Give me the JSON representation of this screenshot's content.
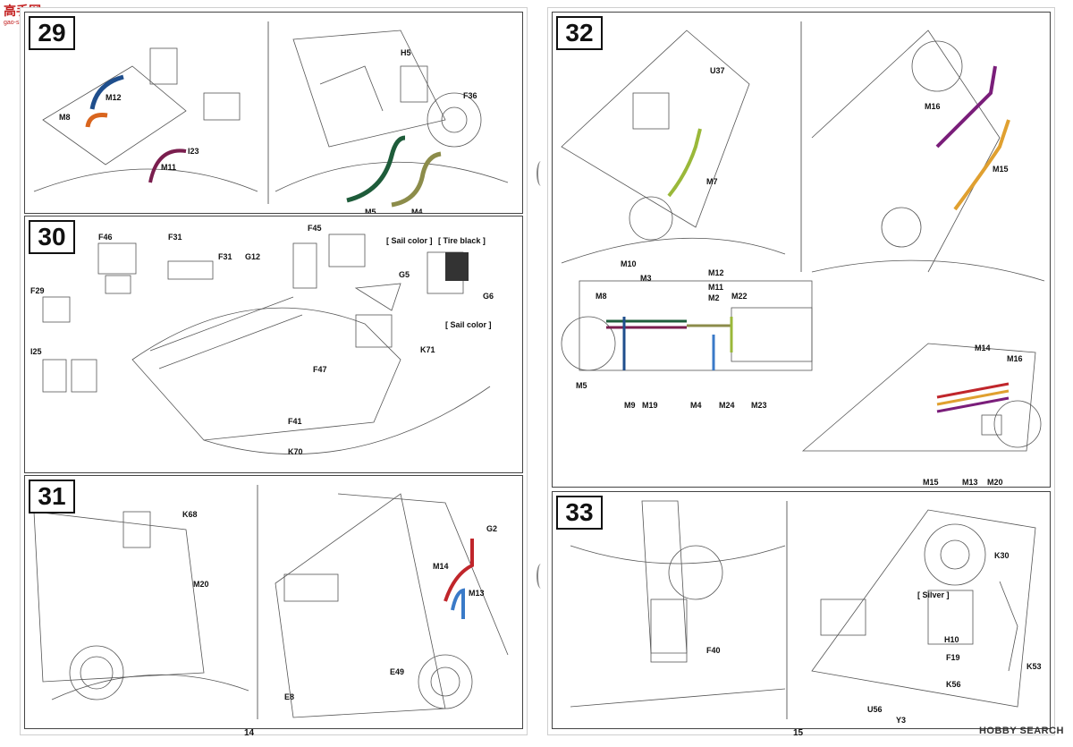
{
  "watermark": {
    "site_name": "高手网",
    "site_url": "gao-shou.com"
  },
  "brand": {
    "name": "HOBBY SEARCH"
  },
  "pages": {
    "left_number": "14",
    "right_number": "15"
  },
  "steps": {
    "s29": {
      "number": "29",
      "labels": [
        "M12",
        "M8",
        "M11",
        "I23",
        "H5",
        "F36",
        "M5",
        "M4"
      ]
    },
    "s30": {
      "number": "30",
      "labels": [
        "F46",
        "F31",
        "F31",
        "F45",
        "G12",
        "[ Sail color ]",
        "[ Tire black ]",
        "G5",
        "G6",
        "[ Sail color ]",
        "F29",
        "I25",
        "K71",
        "F47",
        "F41",
        "K70"
      ]
    },
    "s31": {
      "number": "31",
      "labels": [
        "K68",
        "M20",
        "G2",
        "M14",
        "M13",
        "E49",
        "E8"
      ]
    },
    "s32": {
      "number": "32",
      "labels": [
        "U37",
        "M7",
        "M16",
        "M15",
        "M10",
        "M3",
        "M12",
        "M11",
        "M2",
        "M8",
        "M22",
        "M5",
        "M9",
        "M19",
        "M4",
        "M24",
        "M23",
        "M14",
        "M16",
        "M15",
        "M7",
        "M13",
        "M20"
      ]
    },
    "s33": {
      "number": "33",
      "labels": [
        "F40",
        "K30",
        "[ Silver ]",
        "H10",
        "F19",
        "K56",
        "K53",
        "U56",
        "Y3"
      ]
    }
  },
  "colors": {
    "M12": "#1f4e8c",
    "M8": "#d9651e",
    "M11": "#7a1e4e",
    "M5": "#1e5c3a",
    "M4": "#8c8c4a",
    "M7": "#9ab83a",
    "M16": "#7a1e7a",
    "M15": "#e0a030",
    "M14": "#c0262b",
    "M13": "#3a7ac8"
  }
}
